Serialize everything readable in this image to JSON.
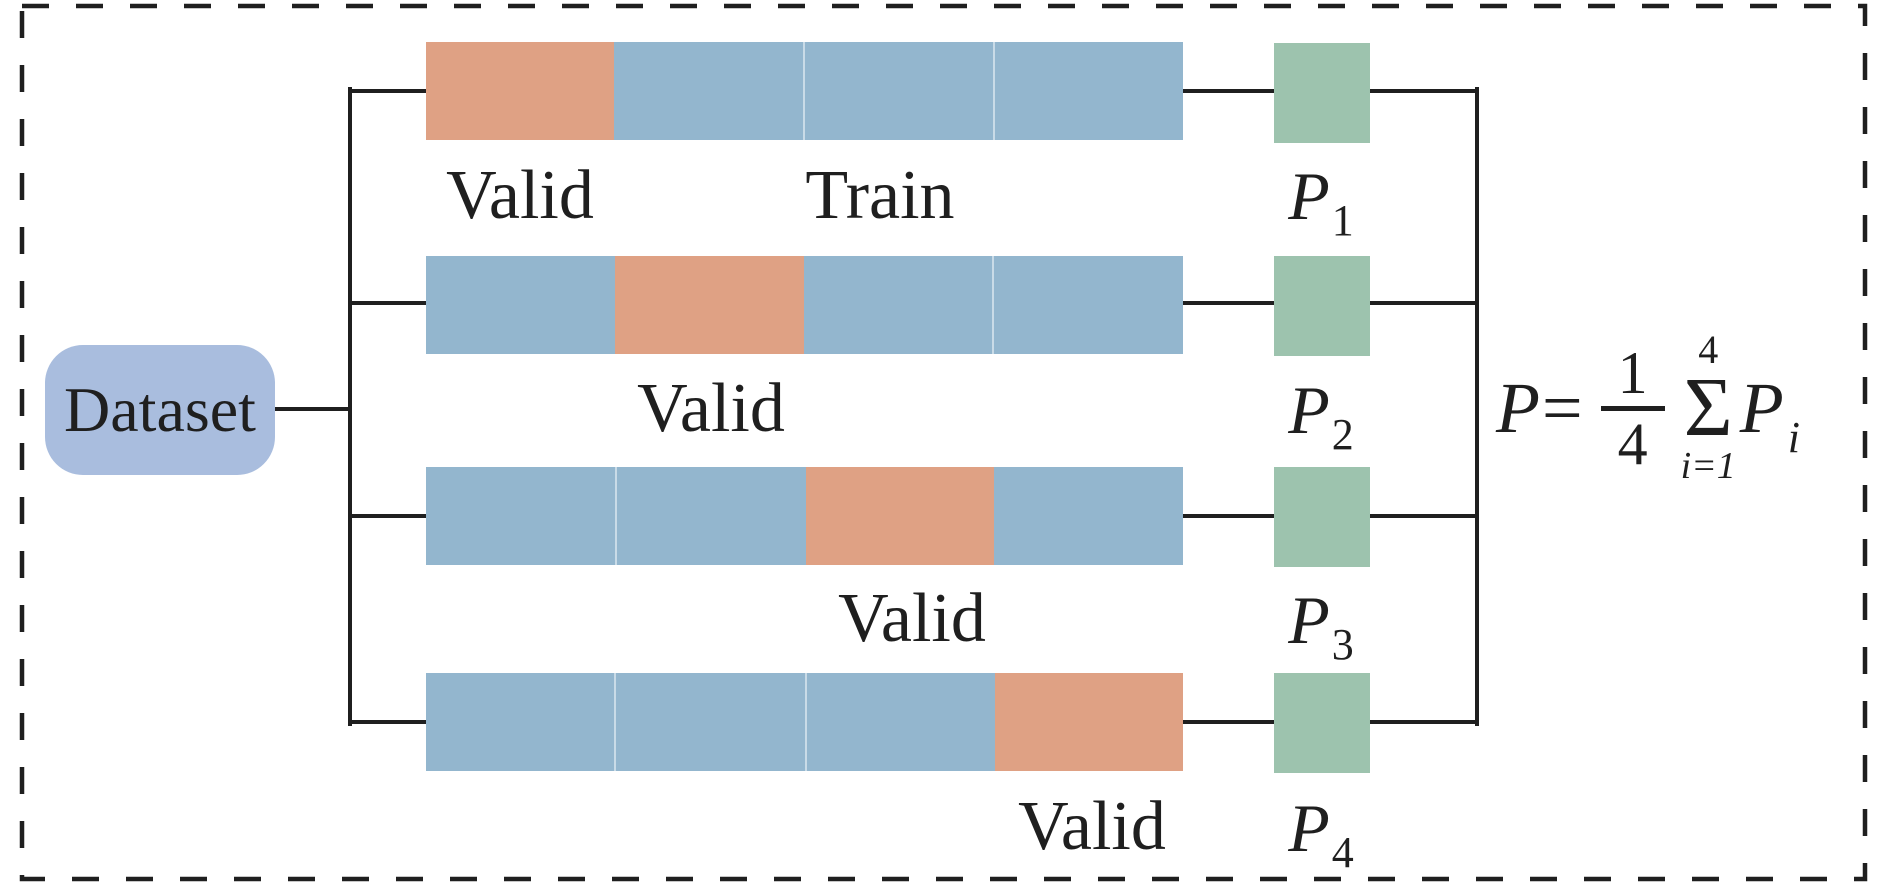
{
  "diagram": {
    "dataset_label": "Dataset",
    "rows": [
      {
        "valid_label": "Valid",
        "train_label": "Train",
        "p_base": "P",
        "p_sub": "1",
        "segments": [
          "valid",
          "train",
          "train",
          "train"
        ]
      },
      {
        "valid_label": "Valid",
        "p_base": "P",
        "p_sub": "2",
        "segments": [
          "train",
          "valid",
          "train",
          "train"
        ]
      },
      {
        "valid_label": "Valid",
        "p_base": "P",
        "p_sub": "3",
        "segments": [
          "train",
          "train",
          "valid",
          "train"
        ]
      },
      {
        "valid_label": "Valid",
        "p_base": "P",
        "p_sub": "4",
        "segments": [
          "train",
          "train",
          "train",
          "valid"
        ]
      }
    ],
    "formula": {
      "lhs": "P",
      "equals": "=",
      "frac_num": "1",
      "frac_den": "4",
      "sum_upper": "4",
      "sum_symbol": "Σ",
      "sum_lower": "i=1",
      "term_base": "P",
      "term_sub": "i"
    },
    "colors": {
      "valid": "#dfa184",
      "train": "#93b6ce",
      "result": "#9dc3ae",
      "dataset": "#a9bdde",
      "line": "#1f1f1f",
      "background": "#ffffff"
    }
  }
}
